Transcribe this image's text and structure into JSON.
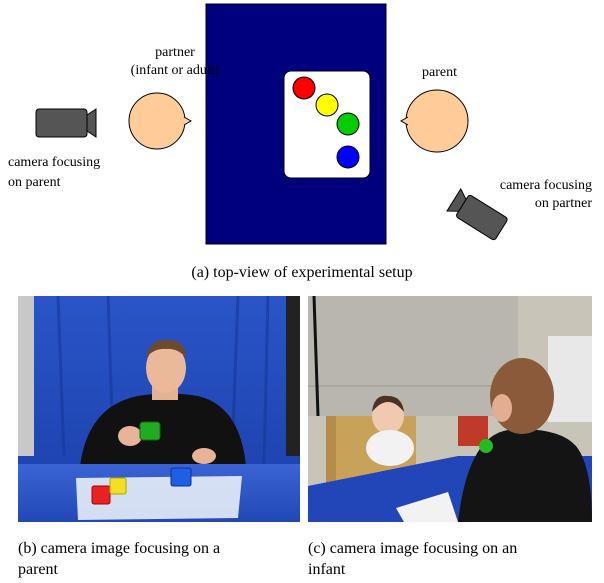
{
  "figure": {
    "setup": {
      "partner_label": "partner",
      "partner_sub_label": "(infant or adult)",
      "parent_label": "parent",
      "camera_left_line1": "camera focusing",
      "camera_left_line2": "on parent",
      "camera_right_line1": "camera focusing",
      "camera_right_line2": "on partner",
      "caption": "(a) top-view of experimental setup",
      "table_color": "#00007f",
      "head_color": "#ffcc99",
      "object_colors": [
        "#ff0000",
        "#ffff00",
        "#00cc00",
        "#0000ff"
      ]
    },
    "photo_b": {
      "caption_line1": "(b) camera image focusing on a",
      "caption_line2": "parent"
    },
    "photo_c": {
      "caption_line1": "(c) camera image focusing on an",
      "caption_line2": "infant"
    }
  }
}
